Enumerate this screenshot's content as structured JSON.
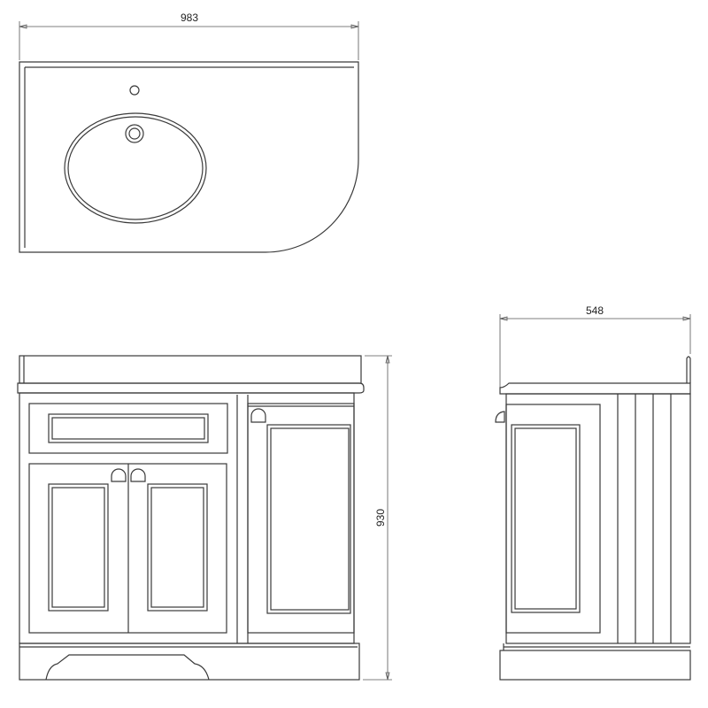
{
  "dimensions": {
    "width": "983",
    "height": "930",
    "depth": "548"
  },
  "line_color": "#3a3a3a"
}
